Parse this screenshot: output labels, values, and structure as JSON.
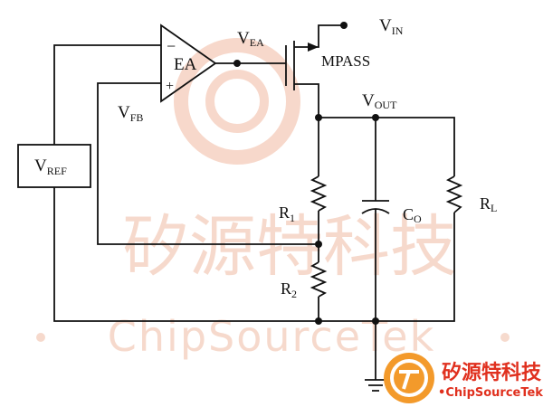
{
  "labels": {
    "vin_main": "V",
    "vin_sub": "IN",
    "vea_main": "V",
    "vea_sub": "EA",
    "ea": "EA",
    "mpass": "MPASS",
    "vout_main": "V",
    "vout_sub": "OUT",
    "vfb_main": "V",
    "vfb_sub": "FB",
    "vref_main": "V",
    "vref_sub": "REF",
    "r1_main": "R",
    "r1_sub": "1",
    "r2_main": "R",
    "r2_sub": "2",
    "co_main": "C",
    "co_sub": "O",
    "rl_main": "R",
    "rl_sub": "L",
    "opamp_minus": "−",
    "opamp_plus": "+"
  },
  "watermark": {
    "chinese": "矽源特科技",
    "latin": "ChipSourceTek",
    "logo_chinese": "矽源特科技",
    "logo_latin": "ChipSourceTek"
  },
  "colors": {
    "wire": "#111111",
    "watermark": "#f3c9b6",
    "logo_orange": "#f39a2b",
    "logo_red": "#e0301e"
  }
}
